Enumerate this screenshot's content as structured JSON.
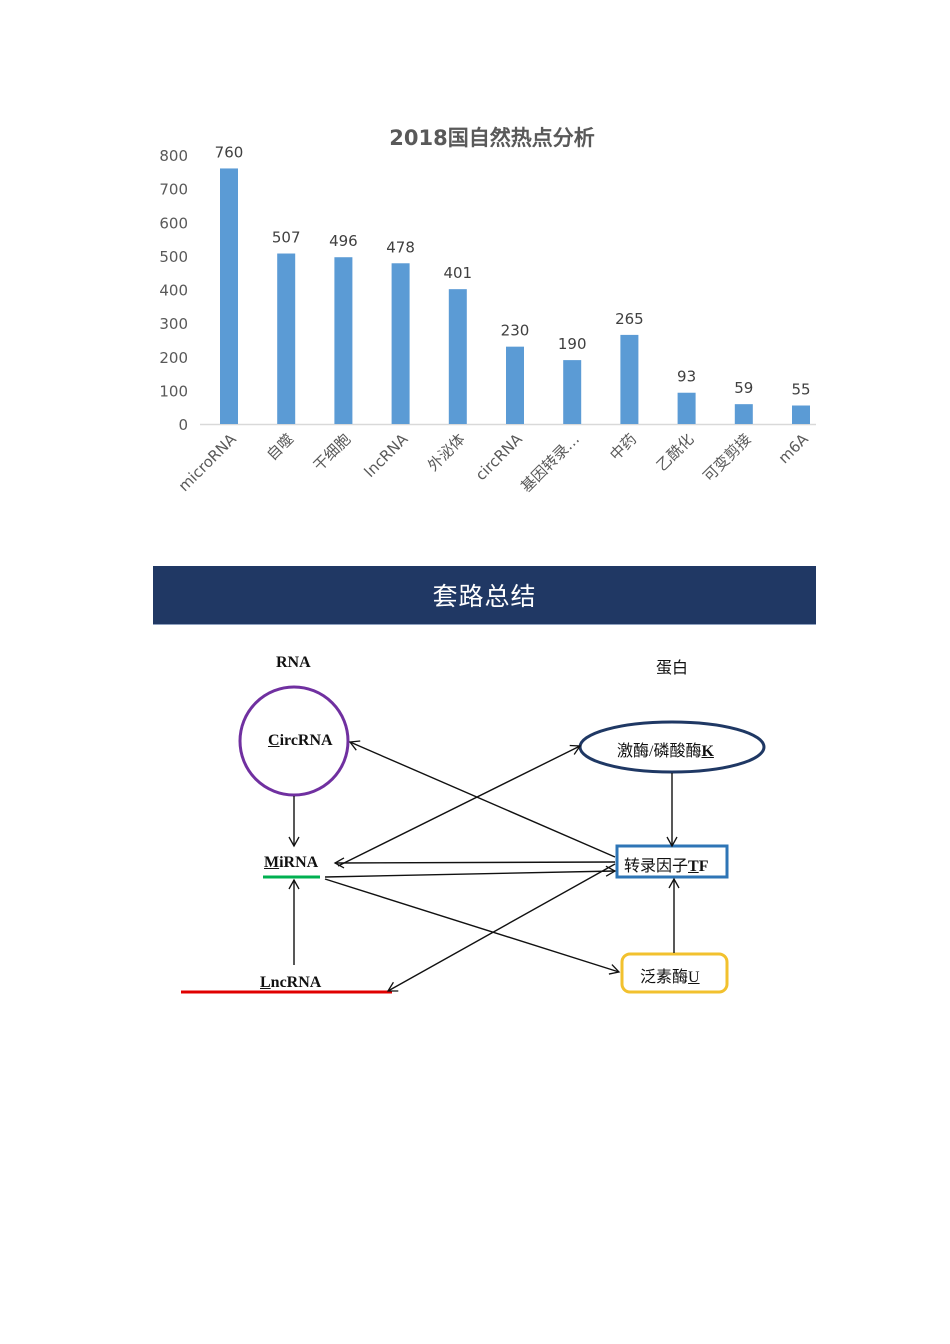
{
  "chart_data": {
    "type": "bar",
    "title": "2018国自然热点分析",
    "xlabel": "",
    "ylabel": "",
    "ylim": [
      0,
      800
    ],
    "yticks": [
      0,
      100,
      200,
      300,
      400,
      500,
      600,
      700,
      800
    ],
    "grid": false,
    "legend": null,
    "bar_color": "#5b9bd5",
    "categories": [
      "microRNA",
      "自噬",
      "干细胞",
      "lncRNA",
      "外泌体",
      "circRNA",
      "基因转录…",
      "中药",
      "乙酰化",
      "可变剪接",
      "m6A"
    ],
    "values": [
      760,
      507,
      496,
      478,
      401,
      230,
      190,
      265,
      93,
      59,
      55
    ],
    "data_labels": [
      "760",
      "507",
      "496",
      "478",
      "401",
      "230",
      "190",
      "265",
      "93",
      "59",
      "55"
    ]
  },
  "banner": {
    "title": "套路总结",
    "color": "#203864"
  },
  "diagram": {
    "columns": {
      "left": "RNA",
      "right": "蛋白"
    },
    "nodes": {
      "circrna": {
        "first": "C",
        "rest": "ircRNA",
        "shape": "circle",
        "color": "#7030a0"
      },
      "mirna": {
        "first": "M",
        "rest": "iRNA",
        "shape": "underline",
        "color": "#00b050"
      },
      "lncrna": {
        "first": "L",
        "rest": "ncRNA",
        "shape": "underline",
        "color": "#e00000"
      },
      "kinase": {
        "prefix": "激酶/磷酸酶",
        "key": "K",
        "shape": "ellipse",
        "color": "#1f3864"
      },
      "tf": {
        "prefix": "转录因子",
        "key": "T",
        "suffix": "F",
        "shape": "rectangle",
        "color": "#2e75b6"
      },
      "ubiquitin": {
        "prefix": "泛素酶",
        "key": "U",
        "shape": "rounded-rectangle",
        "color": "#f2c12e"
      }
    },
    "edges": [
      {
        "from": "CircRNA",
        "to": "MiRNA"
      },
      {
        "from": "LncRNA",
        "to": "MiRNA"
      },
      {
        "from": "激酶/磷酸酶K",
        "to": "转录因子TF"
      },
      {
        "from": "泛素酶U",
        "to": "转录因子TF"
      },
      {
        "from": "转录因子TF",
        "to": "CircRNA"
      },
      {
        "from": "MiRNA",
        "to": "激酶/磷酸酶K"
      },
      {
        "from": "转录因子TF",
        "to": "MiRNA"
      },
      {
        "from": "MiRNA",
        "to": "转录因子TF"
      },
      {
        "from": "MiRNA",
        "to": "泛素酶U"
      },
      {
        "from": "转录因子TF",
        "to": "LncRNA"
      }
    ]
  }
}
